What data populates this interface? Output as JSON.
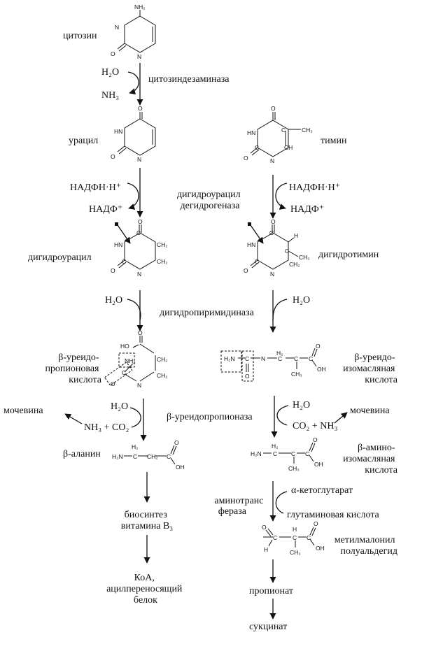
{
  "labels": {
    "cytosine": "цитозин",
    "h2o_1": "H₂O",
    "nh3_1": "NH₃",
    "cytosine_deaminase": "цитозиндезаминаза",
    "uracil": "урацил",
    "thymine": "тимин",
    "nadph_left": "НАДФН·Н⁺",
    "nadp_left": "НАДФ⁺",
    "dhd": "дигидроурацил\nдегидрогеназа",
    "nadph_right": "НАДФН·Н⁺",
    "nadp_right": "НАДФ⁺",
    "dihydrouracil": "дигидроурацил",
    "dihydrothymine": "дигидротимин",
    "h2o_left": "H₂O",
    "h2o_right": "H₂O",
    "dihydropyrimidinase": "дигидропиримидиназа",
    "ureidopropionic": "β-уреидо-\nпропионовая\nкислота",
    "ureidoisobutyric": "β-уреидо-\nизомасляная\nкислота",
    "urea_left": "мочевина",
    "h2o_3": "H₂O",
    "nh3_co2": "NH₃ + CO₂",
    "ureidopropionase": "β-уреидопропионаза",
    "h2o_4": "H₂O",
    "co2_nh3": "CO₂ + NH₃",
    "urea_right": "мочевина",
    "beta_alanine": "β-аланин",
    "aminoisobutyric": "β-амино-\nизомасляная\nкислота",
    "ketoglutarate": "α-кетоглутарат",
    "aminotransferase": "аминотранс\nфераза",
    "glutamic": "глутаминовая кислота",
    "b3": "биосинтез\nвитамина B₃",
    "methylmalonyl": "метилмалонил\nполуальдегид",
    "coa": "КоА,\nацилпереносящий\nбелок",
    "propionate": "пропионат",
    "succinate": "сукцинат"
  },
  "molecules": {
    "nh2": "NH₂",
    "n": "N",
    "nh": "NH",
    "hn": "HN",
    "h": "H",
    "o": "O",
    "oh": "OH",
    "ho": "HO",
    "c": "C",
    "ch": "CH",
    "ch2": "CH₂",
    "h2": "H₂",
    "ch3": "CH₃",
    "h2n": "H₂N"
  }
}
